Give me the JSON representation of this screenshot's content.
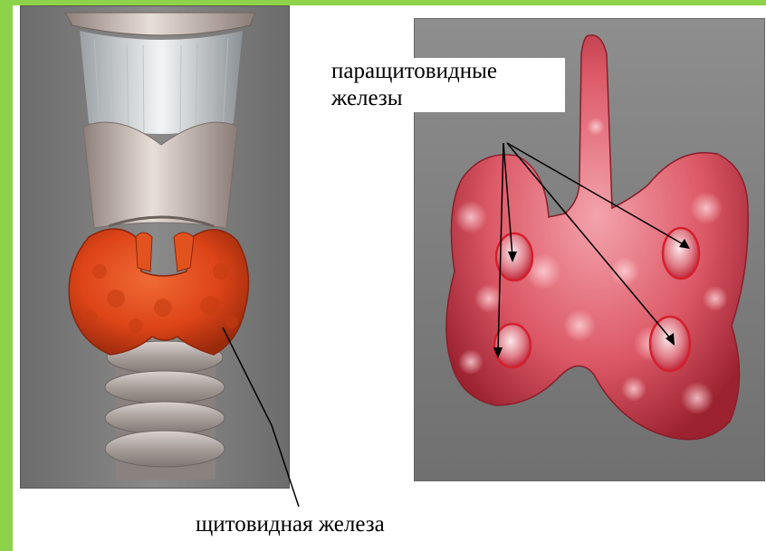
{
  "labels": {
    "parathyroid_line1": "паращитовидные",
    "parathyroid_line2": "железы",
    "thyroid": "щитовидная железа"
  },
  "colors": {
    "frame_green": "#8dd34a",
    "thyroid_orange": "#e4491d",
    "parathyroid_red": "#d23a44",
    "panel_gray": "#7b7b7b"
  }
}
